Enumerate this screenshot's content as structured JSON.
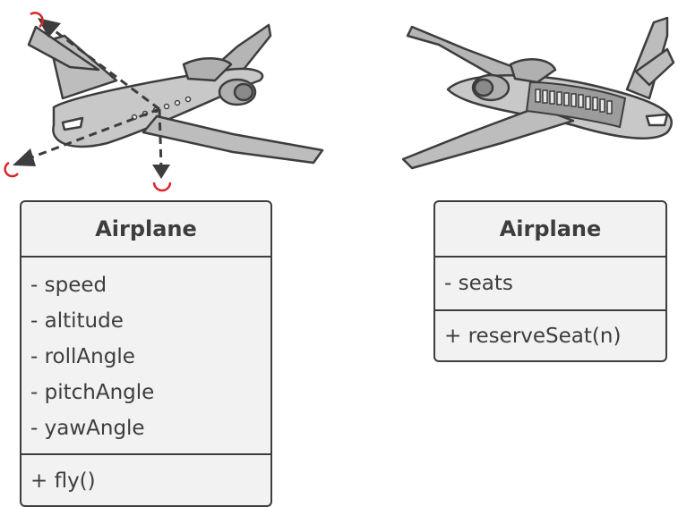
{
  "colors": {
    "plane_body": "#c8c8c8",
    "outline": "#3d3d3d",
    "box_fill": "#f2f2f2",
    "accent_red": "#d9252a"
  },
  "left_class": {
    "name": "Airplane",
    "attributes": [
      "- speed",
      "- altitude",
      "- rollAngle",
      "- pitchAngle",
      "- yawAngle"
    ],
    "operations": [
      "+ fly()"
    ]
  },
  "right_class": {
    "name": "Airplane",
    "attributes": [
      "- seats"
    ],
    "operations": [
      "+ reserveSeat(n)"
    ]
  },
  "icons": {
    "left_illustration": "airplane-with-rotation-axes",
    "right_illustration": "airplane-with-cutaway-seats"
  }
}
